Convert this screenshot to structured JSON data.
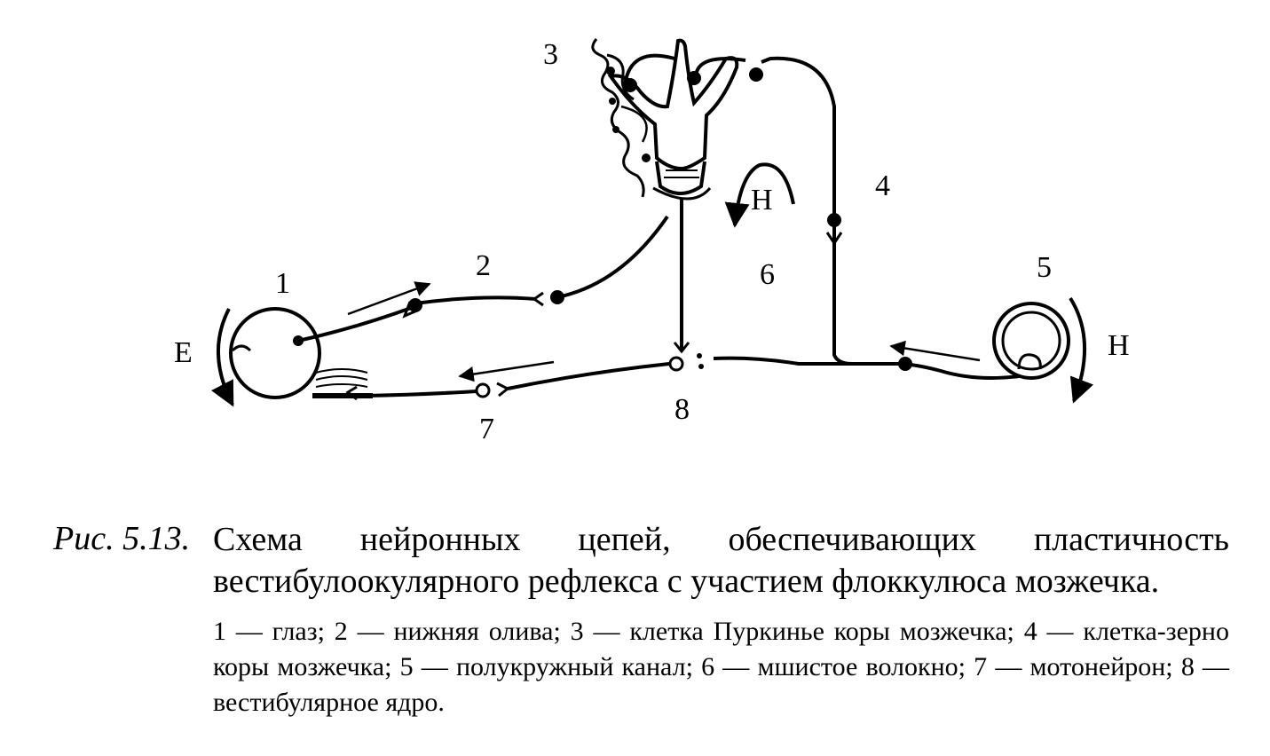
{
  "labels": {
    "l1": "1",
    "l2": "2",
    "l3": "3",
    "l4": "4",
    "l5": "5",
    "l6": "6",
    "l7": "7",
    "l8": "8",
    "E": "E",
    "H_top": "H",
    "H_right": "H"
  },
  "caption": {
    "number": "Рис. 5.13.",
    "title": "Схема нейронных цепей, обеспечивающих пластичность вестибулоокулярного рефлекса с участием флоккулюса мозжечка.",
    "legend": "1 — глаз; 2 — нижняя олива; 3 — клетка Пуркинье коры мозжечка; 4 — клетка-зерно коры мозжечка; 5 — полукружный канал; 6 — мшистое волокно; 7 — мотонейрон; 8 — вестибулярное ядро."
  }
}
